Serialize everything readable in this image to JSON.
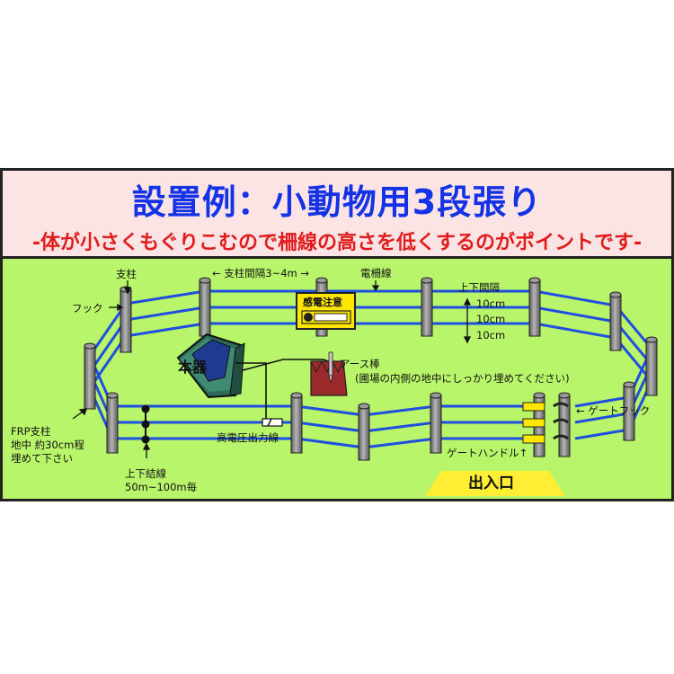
{
  "title": "設置例：小動物用3段張り",
  "subtitle": "-体が小さくもぐりこむので柵線の高さを低くするのがポイントです-",
  "labels": {
    "post": "支柱",
    "hook": "フック",
    "post_spacing": "← 支柱間隔3~4m →",
    "fence_wire": "電柵線",
    "vertical_spacing": "上下間隔",
    "spacing_1": "10cm",
    "spacing_2": "10cm",
    "spacing_3": "10cm",
    "warning_sign": "感電注意",
    "main_unit": "本器",
    "earth_rod": "アース棒",
    "earth_rod_note": "(圃場の内側の地中にしっかり埋めてください)",
    "gate_hook": "← ゲートフック",
    "hv_wire": "高電圧出力線",
    "gate_handle": "ゲートハンドル↑",
    "frp_post_1": "FRP支柱",
    "frp_post_2": "地中 約30cm程",
    "frp_post_3": "埋めて下さい",
    "connection_1": "上下結線",
    "connection_2": "50m~100m毎",
    "entrance": "出入口"
  },
  "colors": {
    "header_bg": "#fde4e4",
    "title": "#1533e6",
    "subtitle": "#e01c1c",
    "field": "#b9f56a",
    "wire": "#1f4fe0",
    "post": "#8a8a8a",
    "sign": "#ffe600",
    "entrance": "#ffee33"
  }
}
